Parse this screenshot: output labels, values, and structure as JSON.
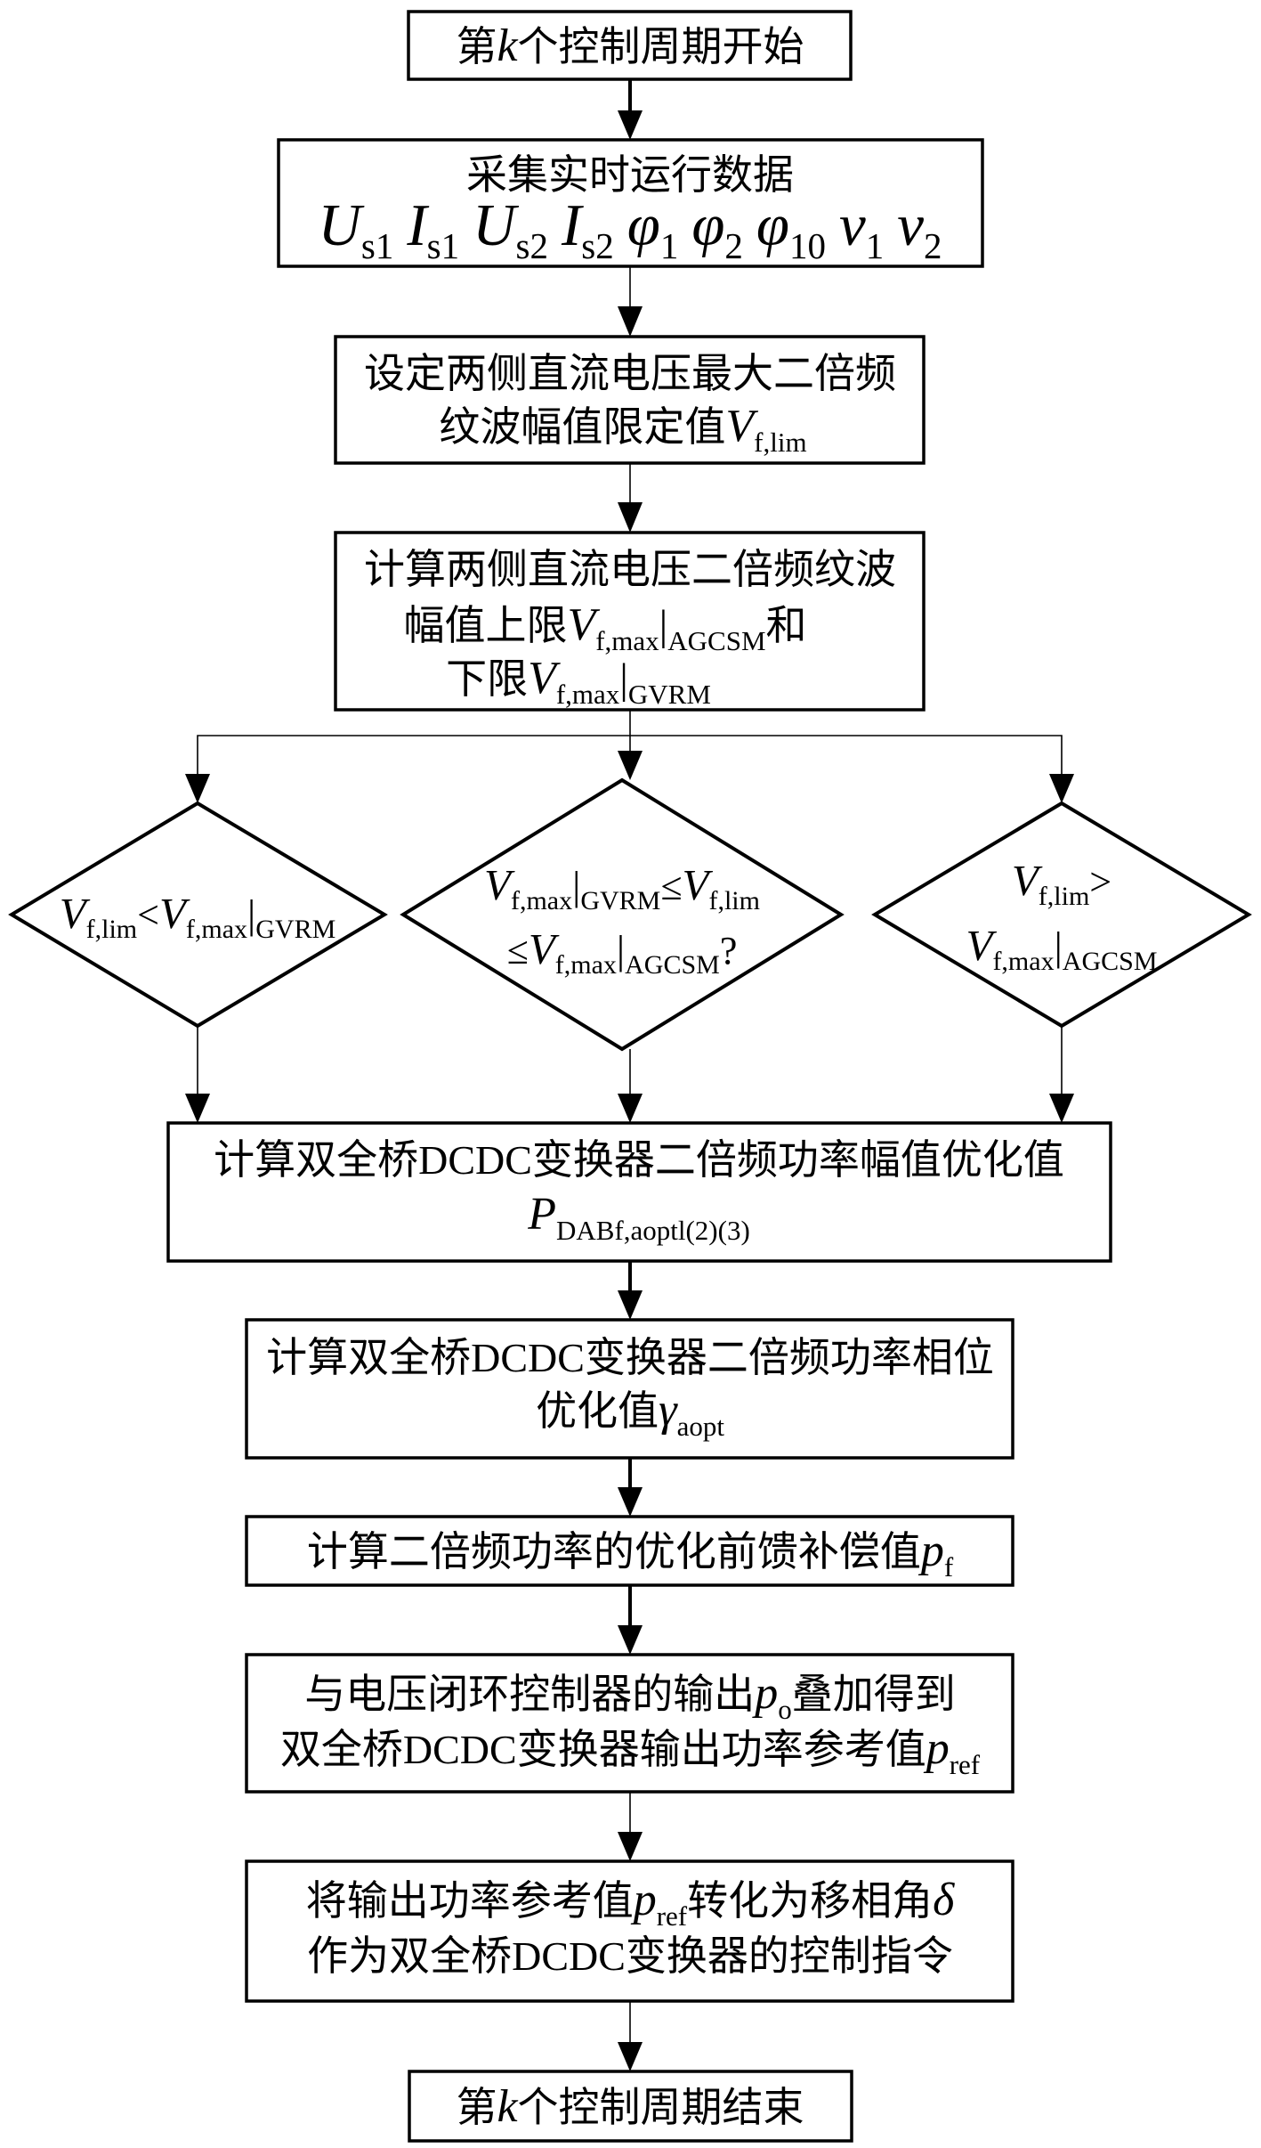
{
  "title": "第k个控制周期双全桥DCDC变换器二倍频功率优化前馈控制流程图",
  "colors": {
    "stroke": "#000000",
    "background": "#ffffff",
    "text": "#000000"
  },
  "nodes": [
    {
      "id": "start",
      "type": "terminal",
      "lines": [
        [
          {
            "t": "第"
          },
          {
            "t": "k",
            "i": true
          },
          {
            "t": "个控制周期开始"
          }
        ]
      ]
    },
    {
      "id": "collect-data",
      "type": "process",
      "lines": [
        [
          {
            "t": "采集实时运行数据"
          }
        ],
        [
          {
            "t": "U",
            "i": true
          },
          {
            "t": "s1",
            "sub": true
          },
          {
            "t": "  "
          },
          {
            "t": "I",
            "i": true
          },
          {
            "t": "s1",
            "sub": true
          },
          {
            "t": "  "
          },
          {
            "t": "U",
            "i": true
          },
          {
            "t": "s2",
            "sub": true
          },
          {
            "t": "  "
          },
          {
            "t": "I",
            "i": true
          },
          {
            "t": "s2",
            "sub": true
          },
          {
            "t": "  "
          },
          {
            "t": "φ",
            "i": true
          },
          {
            "t": "1",
            "sub": true
          },
          {
            "t": "  "
          },
          {
            "t": "φ",
            "i": true
          },
          {
            "t": "2",
            "sub": true
          },
          {
            "t": "  "
          },
          {
            "t": "φ",
            "i": true
          },
          {
            "t": "10",
            "sub": true
          },
          {
            "t": "  "
          },
          {
            "t": "v",
            "i": true
          },
          {
            "t": "1",
            "sub": true
          },
          {
            "t": "  "
          },
          {
            "t": "v",
            "i": true
          },
          {
            "t": "2",
            "sub": true
          }
        ]
      ]
    },
    {
      "id": "set-limit",
      "type": "process",
      "lines": [
        [
          {
            "t": "设定两侧直流电压最大二倍频"
          }
        ],
        [
          {
            "t": "纹波幅值限定值"
          },
          {
            "t": "V",
            "i": true
          },
          {
            "t": "f,lim",
            "sub": true
          }
        ]
      ]
    },
    {
      "id": "compute-bounds",
      "type": "process",
      "lines": [
        [
          {
            "t": "计算两侧直流电压二倍频纹波"
          }
        ],
        [
          {
            "t": "幅值上限"
          },
          {
            "t": "V",
            "i": true
          },
          {
            "t": "f,max",
            "sub": true
          },
          {
            "t": "|"
          },
          {
            "t": "AGCSM",
            "sub": true
          },
          {
            "t": "和"
          }
        ],
        [
          {
            "t": "下限"
          },
          {
            "t": "V",
            "i": true
          },
          {
            "t": "f,max",
            "sub": true
          },
          {
            "t": "|"
          },
          {
            "t": "GVRM",
            "sub": true
          }
        ]
      ]
    },
    {
      "id": "decision-low",
      "type": "decision",
      "lines": [
        [
          {
            "t": "V",
            "i": true
          },
          {
            "t": "f,lim",
            "sub": true
          },
          {
            "t": "<"
          },
          {
            "t": "V",
            "i": true
          },
          {
            "t": "f,max",
            "sub": true
          },
          {
            "t": "|"
          },
          {
            "t": "GVRM",
            "sub": true
          }
        ]
      ]
    },
    {
      "id": "decision-mid",
      "type": "decision",
      "lines": [
        [
          {
            "t": "V",
            "i": true
          },
          {
            "t": "f,max",
            "sub": true
          },
          {
            "t": "|"
          },
          {
            "t": "GVRM",
            "sub": true
          },
          {
            "t": "≤"
          },
          {
            "t": "V",
            "i": true
          },
          {
            "t": "f,lim",
            "sub": true
          }
        ],
        [
          {
            "t": "≤"
          },
          {
            "t": "V",
            "i": true
          },
          {
            "t": "f,max",
            "sub": true
          },
          {
            "t": "|"
          },
          {
            "t": "AGCSM",
            "sub": true
          },
          {
            "t": "?"
          }
        ]
      ]
    },
    {
      "id": "decision-high",
      "type": "decision",
      "lines": [
        [
          {
            "t": "V",
            "i": true
          },
          {
            "t": "f,lim",
            "sub": true
          },
          {
            "t": ">"
          }
        ],
        [
          {
            "t": "V",
            "i": true
          },
          {
            "t": "f,max",
            "sub": true
          },
          {
            "t": "|"
          },
          {
            "t": "AGCSM",
            "sub": true
          }
        ]
      ]
    },
    {
      "id": "compute-amplitude",
      "type": "process",
      "lines": [
        [
          {
            "t": "计算双全桥DCDC变换器二倍频功率幅值优化值"
          }
        ],
        [
          {
            "t": "P",
            "i": true
          },
          {
            "t": "DABf,aoptl(2)(3)",
            "sub": true
          }
        ]
      ]
    },
    {
      "id": "compute-phase",
      "type": "process",
      "lines": [
        [
          {
            "t": "计算双全桥DCDC变换器二倍频功率相位"
          }
        ],
        [
          {
            "t": "优化值"
          },
          {
            "t": "γ",
            "i": true
          },
          {
            "t": "aopt",
            "sub": true
          }
        ]
      ]
    },
    {
      "id": "compute-feedforward",
      "type": "process",
      "lines": [
        [
          {
            "t": "计算二倍频功率的优化前馈补偿值"
          },
          {
            "t": "p",
            "i": true
          },
          {
            "t": "f",
            "sub": true
          }
        ]
      ]
    },
    {
      "id": "superpose",
      "type": "process",
      "lines": [
        [
          {
            "t": "与电压闭环控制器的输出"
          },
          {
            "t": "p",
            "i": true
          },
          {
            "t": "o",
            "sub": true
          },
          {
            "t": "叠加得到"
          }
        ],
        [
          {
            "t": "双全桥DCDC变换器输出功率参考值"
          },
          {
            "t": "p",
            "i": true
          },
          {
            "t": "ref",
            "sub": true
          }
        ]
      ]
    },
    {
      "id": "convert-phase-shift",
      "type": "process",
      "lines": [
        [
          {
            "t": "将输出功率参考值"
          },
          {
            "t": "p",
            "i": true
          },
          {
            "t": "ref",
            "sub": true
          },
          {
            "t": "转化为移相角"
          },
          {
            "t": "δ",
            "i": true
          }
        ],
        [
          {
            "t": "作为双全桥DCDC变换器的控制指令"
          }
        ]
      ]
    },
    {
      "id": "end",
      "type": "terminal",
      "lines": [
        [
          {
            "t": "第"
          },
          {
            "t": "k",
            "i": true
          },
          {
            "t": "个控制周期结束"
          }
        ]
      ]
    }
  ],
  "edges": [
    {
      "from": "start",
      "to": "collect-data"
    },
    {
      "from": "collect-data",
      "to": "set-limit"
    },
    {
      "from": "set-limit",
      "to": "compute-bounds"
    },
    {
      "from": "compute-bounds",
      "to": "decision-low"
    },
    {
      "from": "compute-bounds",
      "to": "decision-mid"
    },
    {
      "from": "compute-bounds",
      "to": "decision-high"
    },
    {
      "from": "decision-low",
      "to": "compute-amplitude"
    },
    {
      "from": "decision-mid",
      "to": "compute-amplitude"
    },
    {
      "from": "decision-high",
      "to": "compute-amplitude"
    },
    {
      "from": "compute-amplitude",
      "to": "compute-phase"
    },
    {
      "from": "compute-phase",
      "to": "compute-feedforward"
    },
    {
      "from": "compute-feedforward",
      "to": "superpose"
    },
    {
      "from": "superpose",
      "to": "convert-phase-shift"
    },
    {
      "from": "convert-phase-shift",
      "to": "end"
    }
  ]
}
